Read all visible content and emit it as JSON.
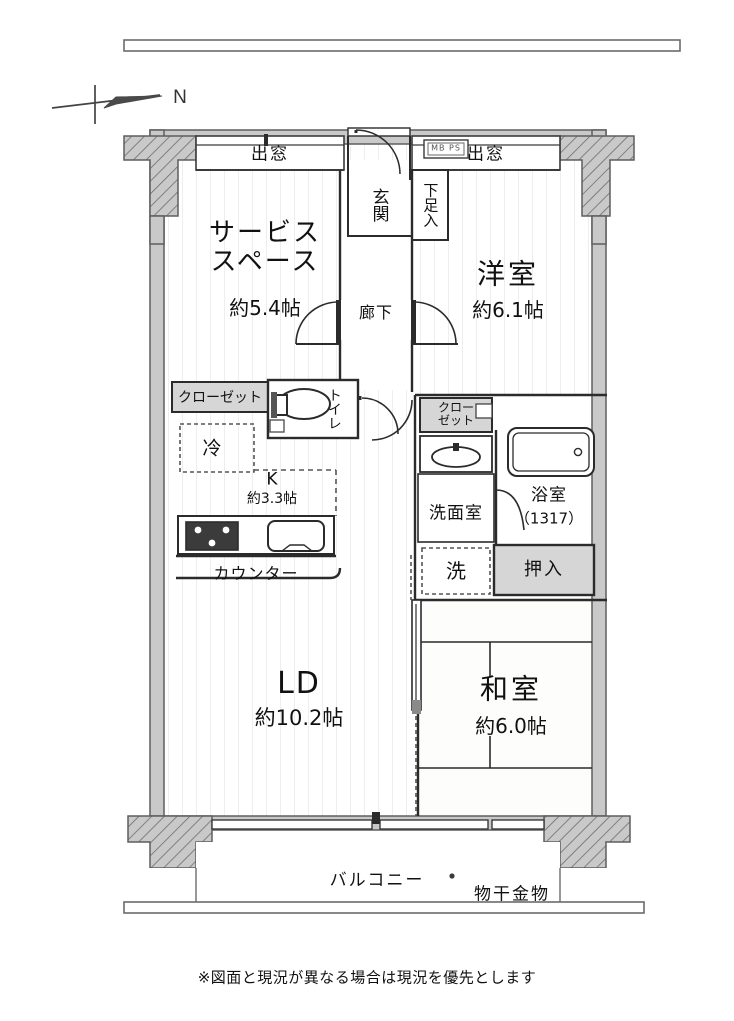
{
  "document": {
    "type": "floor-plan",
    "language": "ja",
    "disclaimer": "※図面と現況が異なる場合は現況を優先とします"
  },
  "compass": {
    "label": "N",
    "direction": "right"
  },
  "rooms": [
    {
      "key": "service_space",
      "name": "サービス\nスペース",
      "area": "約5.4帖",
      "floor": "flooring"
    },
    {
      "key": "western_room",
      "name": "洋室",
      "area": "約6.1帖",
      "floor": "flooring"
    },
    {
      "key": "ld",
      "name": "LD",
      "area": "約10.2帖",
      "floor": "flooring"
    },
    {
      "key": "japanese_room",
      "name": "和室",
      "area": "約6.0帖",
      "floor": "tatami"
    },
    {
      "key": "kitchen",
      "name": "K",
      "area": "約3.3帖",
      "floor": "flooring"
    }
  ],
  "labels": {
    "bay_window_left": "出窓",
    "bay_window_right": "出窓",
    "entrance": "玄関",
    "shoe_cabinet": "下足入",
    "meter_box": "MB PS",
    "corridor": "廊下",
    "closet_left": "クローゼット",
    "closet_right": "クロー\nゼット",
    "refrigerator": "冷",
    "toilet": "トイレ",
    "counter": "カウンター",
    "washroom": "洗面室",
    "washer": "洗",
    "bathroom": "浴室",
    "bathroom_size": "（1317）",
    "oshiire": "押入",
    "balcony": "バルコニー",
    "drying_hardware": "物干金物"
  },
  "colors": {
    "wall": "#c9c9c9",
    "wall_stroke": "#5a5a5a",
    "line": "#2b2b2b",
    "fill_gray": "#d4d4d4",
    "floor_stripe": "#e8e8e8",
    "text": "#111111",
    "background": "#ffffff"
  }
}
